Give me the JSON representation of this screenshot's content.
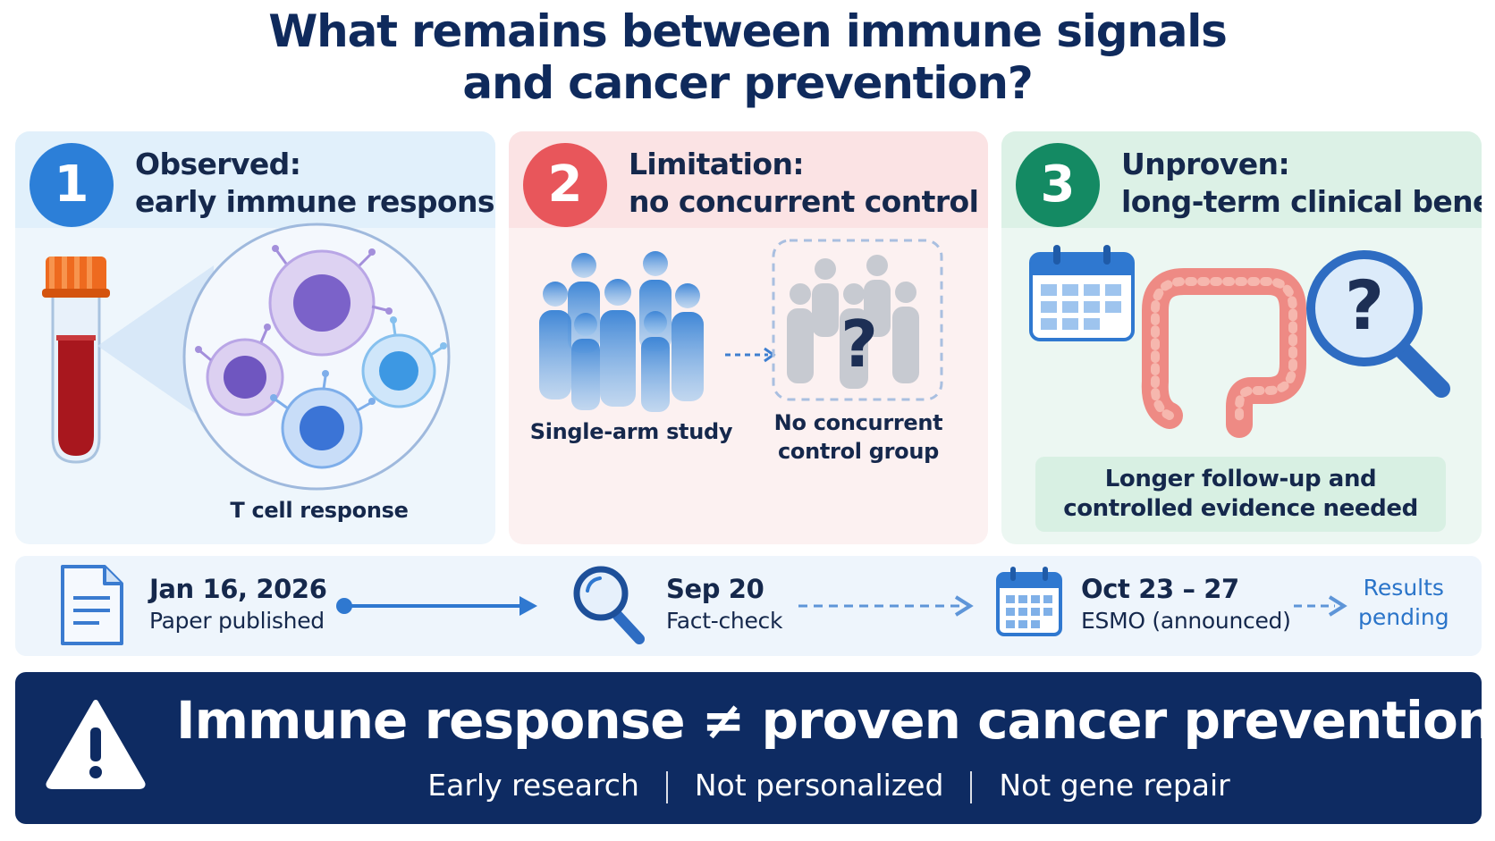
{
  "title": {
    "line1": "What remains between immune signals",
    "line2": "and cancer prevention?"
  },
  "panels": [
    {
      "number": "1",
      "heading_line1": "Observed:",
      "heading_line2": "early immune responses",
      "caption": "T cell response",
      "accent": "#2c7fd8",
      "icons": [
        "blood-tube-icon",
        "t-cell-icon"
      ]
    },
    {
      "number": "2",
      "heading_line1": "Limitation:",
      "heading_line2": "no concurrent control",
      "caption_left": "Single-arm study",
      "caption_right_line1": "No concurrent",
      "caption_right_line2": "control group",
      "unknown_mark": "?",
      "accent": "#e8565b",
      "icons": [
        "people-group-icon",
        "question-mark-icon"
      ]
    },
    {
      "number": "3",
      "heading_line1": "Unproven:",
      "heading_line2": "long-term clinical benefit",
      "note_line1": "Longer follow-up and",
      "note_line2": "controlled evidence needed",
      "unknown_mark": "?",
      "accent": "#148a63",
      "icons": [
        "calendar-icon",
        "colon-icon",
        "magnifier-icon"
      ]
    }
  ],
  "timeline": [
    {
      "date": "Jan 16, 2026",
      "label": "Paper published",
      "icon": "document-icon"
    },
    {
      "date": "Sep 20",
      "label": "Fact-check",
      "icon": "magnifier-icon"
    },
    {
      "date": "Oct 23 – 27",
      "label": "ESMO (announced)",
      "icon": "calendar-icon"
    },
    {
      "date": "",
      "label_line1": "Results",
      "label_line2": "pending"
    }
  ],
  "banner": {
    "title": "Immune response ≠ proven cancer prevention",
    "points": [
      "Early research",
      "Not personalized",
      "Not gene repair"
    ],
    "icon": "warning-icon"
  },
  "colors": {
    "navy": "#0e2b62",
    "blue": "#2a74c9",
    "red": "#e8565b",
    "green": "#148a63"
  }
}
